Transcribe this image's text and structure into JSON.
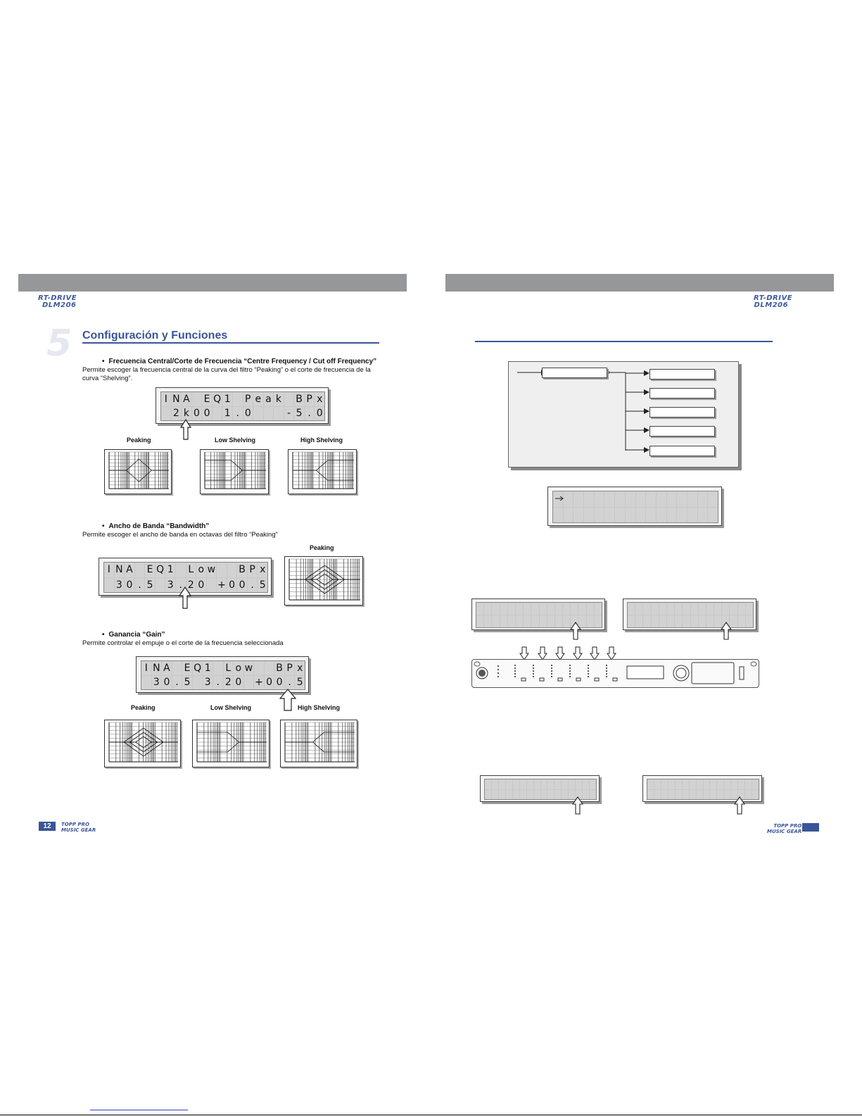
{
  "left_page": {
    "brand_line1": "RT-DRIVE",
    "brand_line2": "DLM206",
    "section_number": "5",
    "section_title": "Configuración y Funciones",
    "bullets": [
      {
        "heading": "Frecuencia Central/Corte de Frecuencia “Centre Frequency / Cut off Frequency”",
        "text_line1": "Permite escoger la frecuencia central de la curva del  filtro “Peaking” o el corte de frecuencia de la",
        "text_line2": "curva “Shelving”."
      },
      {
        "heading": "Ancho de Banda “Bandwidth”",
        "text_line1": "Permite escoger el ancho de banda en octavas del filtro “Peaking”"
      },
      {
        "heading": "Ganancia “Gain”",
        "text_line1": "Permite controlar el empuje o el corte de la frecuencia seleccionada"
      }
    ],
    "lcd1": {
      "row1": [
        "I",
        "N",
        "A",
        " ",
        "E",
        "Q",
        "1",
        " ",
        "P",
        "e",
        "a",
        "k",
        " ",
        "B",
        "P",
        "x"
      ],
      "row2": [
        " ",
        "2",
        "k",
        "0",
        "0",
        " ",
        "1",
        ".",
        "0",
        " ",
        " ",
        " ",
        "-",
        "5",
        ".",
        "0"
      ]
    },
    "lcd2": {
      "row1": [
        "I",
        "N",
        "A",
        " ",
        "E",
        "Q",
        "1",
        " ",
        "L",
        "o",
        "w",
        " ",
        " ",
        "B",
        "P",
        "x"
      ],
      "row2": [
        " ",
        "3",
        "0",
        ".",
        "5",
        " ",
        "3",
        ".",
        "2",
        "0",
        " ",
        "+",
        "0",
        "0",
        ".",
        "5"
      ]
    },
    "lcd3": {
      "row1": [
        "I",
        "N",
        "A",
        " ",
        "E",
        "Q",
        "1",
        " ",
        "L",
        "o",
        "w",
        " ",
        " ",
        "B",
        "P",
        "x"
      ],
      "row2": [
        " ",
        "3",
        "0",
        ".",
        "5",
        " ",
        "3",
        ".",
        "2",
        "0",
        " ",
        "+",
        "0",
        "0",
        ".",
        "5"
      ]
    },
    "graph_labels_row1": [
      "Peaking",
      "Low Shelving",
      "High Shelving"
    ],
    "graph_label_bandwidth": "Peaking",
    "graph_labels_row3": [
      "Peaking",
      "Low Shelving",
      "High Shelving"
    ],
    "page_number": "12",
    "footer_brand_line1": "TOPP PRO",
    "footer_brand_line2": "MUSIC GEAR"
  },
  "right_page": {
    "brand_line1": "RT-DRIVE",
    "brand_line2": "DLM206",
    "footer_brand_line1": "TOPP PRO",
    "footer_brand_line2": "MUSIC GEAR"
  },
  "colors": {
    "accent": "#3a5597",
    "header_bar": "#96979a",
    "lcd_cell": "#d2d2d2"
  }
}
